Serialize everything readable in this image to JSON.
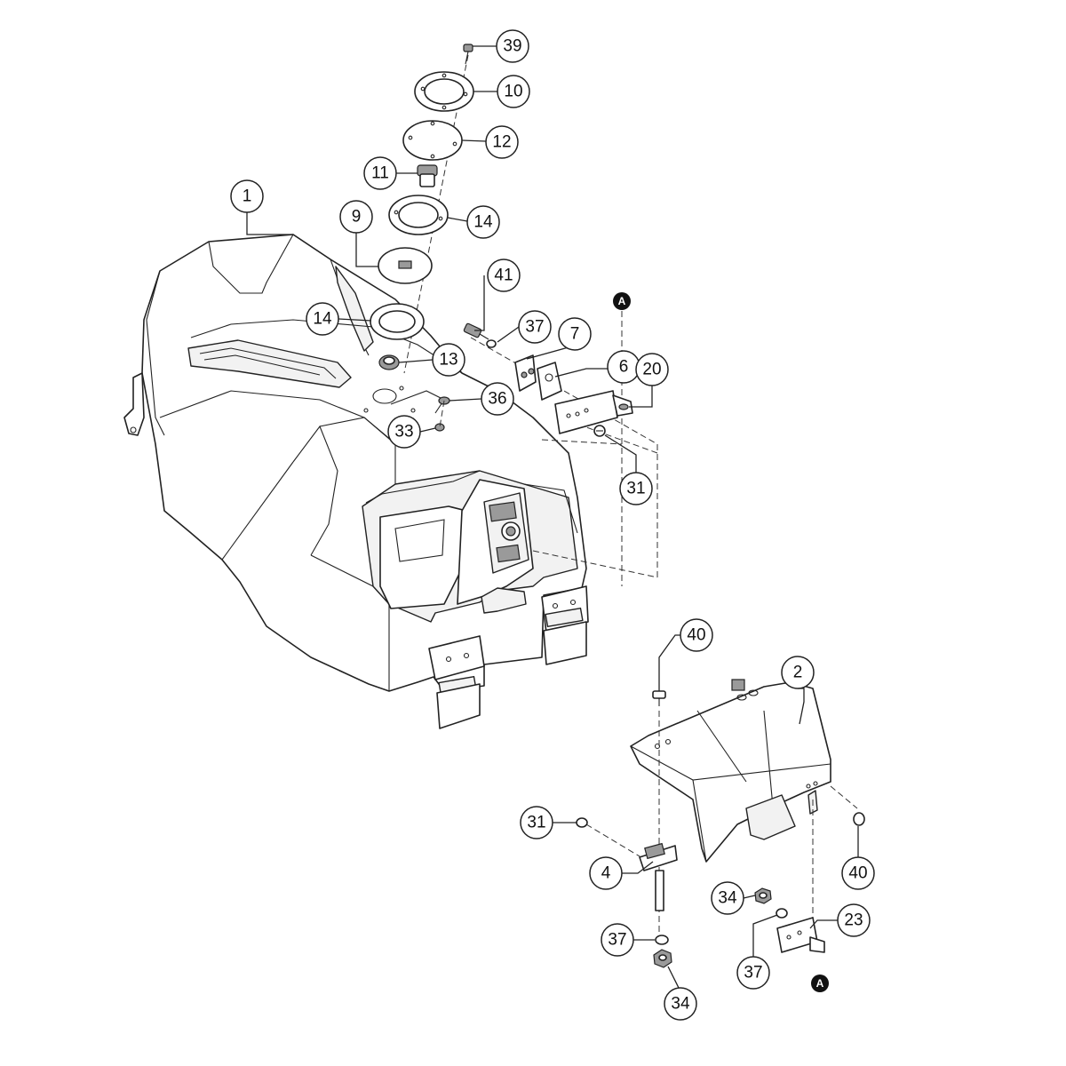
{
  "callouts": [
    {
      "id": "c39",
      "label": "39"
    },
    {
      "id": "c10",
      "label": "10"
    },
    {
      "id": "c12",
      "label": "12"
    },
    {
      "id": "c11",
      "label": "11"
    },
    {
      "id": "c1",
      "label": "1"
    },
    {
      "id": "c14a",
      "label": "14"
    },
    {
      "id": "c9",
      "label": "9"
    },
    {
      "id": "c14b",
      "label": "14"
    },
    {
      "id": "c13",
      "label": "13"
    },
    {
      "id": "c36",
      "label": "36"
    },
    {
      "id": "c33",
      "label": "33"
    },
    {
      "id": "c41",
      "label": "41"
    },
    {
      "id": "c37a",
      "label": "37"
    },
    {
      "id": "c7",
      "label": "7"
    },
    {
      "id": "c6",
      "label": "6"
    },
    {
      "id": "c20",
      "label": "20"
    },
    {
      "id": "c31a",
      "label": "31"
    },
    {
      "id": "c40a",
      "label": "40"
    },
    {
      "id": "c2",
      "label": "2"
    },
    {
      "id": "c31b",
      "label": "31"
    },
    {
      "id": "c4",
      "label": "4"
    },
    {
      "id": "c40b",
      "label": "40"
    },
    {
      "id": "c34a",
      "label": "34"
    },
    {
      "id": "c23",
      "label": "23"
    },
    {
      "id": "c37b",
      "label": "37"
    },
    {
      "id": "c37c",
      "label": "37"
    },
    {
      "id": "c34b",
      "label": "34"
    }
  ],
  "reference_marks": [
    {
      "id": "refA1",
      "label": "A"
    },
    {
      "id": "refA2",
      "label": "A"
    }
  ]
}
